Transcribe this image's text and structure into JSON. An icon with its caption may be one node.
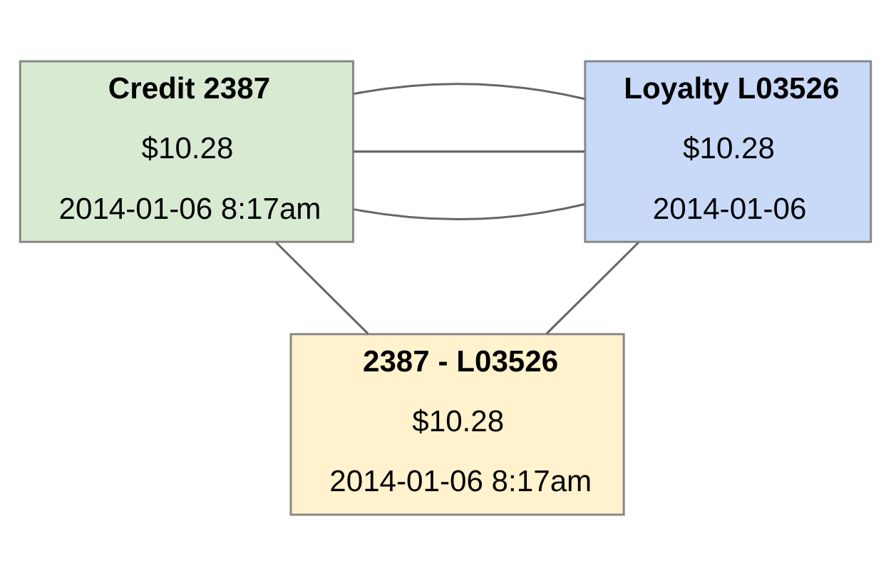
{
  "diagram": {
    "nodes": [
      {
        "text": [
          "Credit 2387",
          "$10.28",
          "2014-01-06 8:17am"
        ]
      },
      {
        "text": [
          "Loyalty L03526",
          "$10.28",
          "2014-01-06"
        ]
      },
      {
        "text": [
          "2387 - L03526",
          "$10.28",
          "2014-01-06 8:17am"
        ]
      }
    ],
    "edges": [
      {
        "from": 0,
        "to": 1,
        "arrow": "none"
      },
      {
        "from": 0,
        "to": 1,
        "arrow": "none"
      },
      {
        "from": 0,
        "to": 1,
        "arrow": "none"
      },
      {
        "from": 0,
        "to": 2,
        "arrow": "none"
      },
      {
        "from": 1,
        "to": 2,
        "arrow": "none"
      }
    ]
  }
}
